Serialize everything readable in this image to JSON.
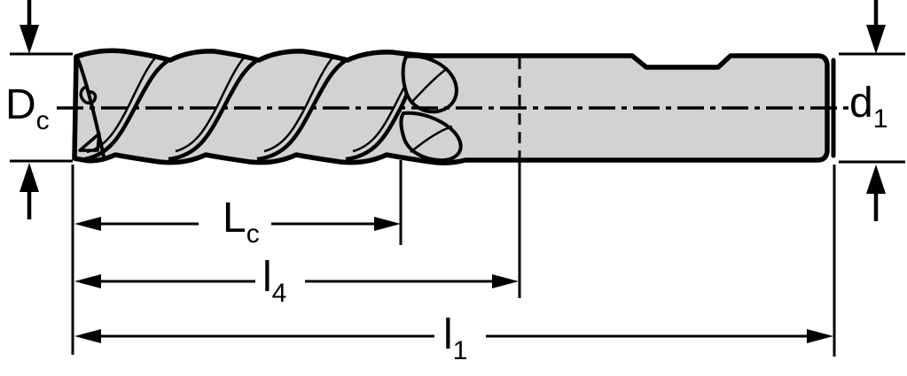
{
  "drawing": {
    "labels": {
      "cutting_diameter": {
        "main": "D",
        "sub": "c"
      },
      "shank_diameter": {
        "main": "d",
        "sub": "1"
      },
      "length_of_cut": {
        "main": "L",
        "sub": "c"
      },
      "length_l4": {
        "main": "l",
        "sub": "4"
      },
      "overall_length": {
        "main": "l",
        "sub": "1"
      }
    },
    "colors": {
      "body_fill": "#d2d2d2",
      "line": "#000000",
      "background": "#ffffff"
    }
  }
}
